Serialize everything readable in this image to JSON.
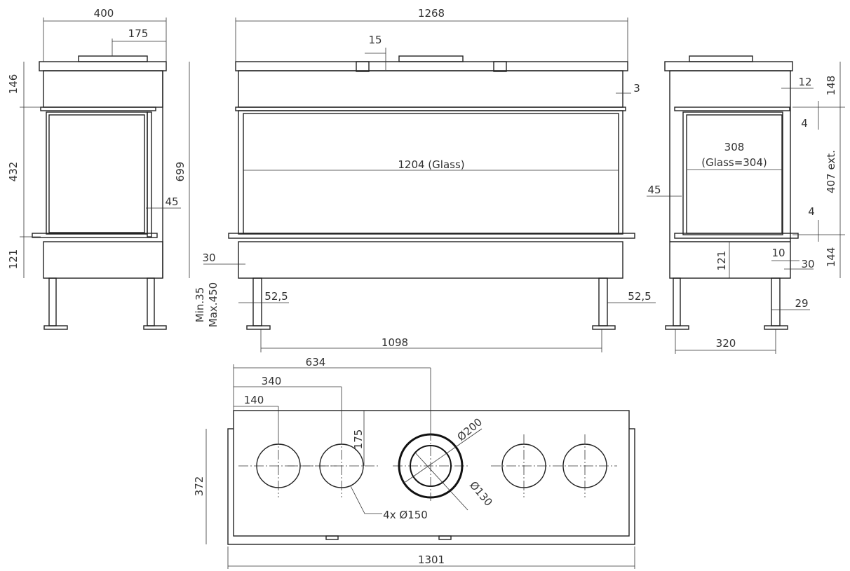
{
  "left_view": {
    "width": "400",
    "top_offset": "175",
    "h_top": "146",
    "h_glass": "432",
    "h_bottom": "121",
    "h_total": "699",
    "side_gap": "45"
  },
  "front_view": {
    "width": "1268",
    "top_offset": "15",
    "cap_offset": "3",
    "glass_width": "1204 (Glass)",
    "edge_offset": "30",
    "leg_inset_left": "52,5",
    "leg_inset_right": "52,5",
    "leg_height_min": "Min.35",
    "leg_height_max": "Max.450",
    "leg_span": "1098"
  },
  "right_view": {
    "cap_offset": "12",
    "h_top": "148",
    "gap_top": "4",
    "depth": "308",
    "glass_depth": "(Glass=304)",
    "h_glass": "407 ext.",
    "side_gap": "45",
    "gap_bottom": "4",
    "h_bottom_inner": "121",
    "offset_10": "10",
    "offset_30": "30",
    "h_bottom": "144",
    "leg_offset": "29",
    "leg_span": "320"
  },
  "top_view": {
    "dist_center": "634",
    "dist_2": "340",
    "dist_1": "140",
    "depth_to_center": "175",
    "depth": "372",
    "width": "1301",
    "flue_outer": "Ø200",
    "flue_inner": "Ø130",
    "holes": "4x Ø150"
  }
}
